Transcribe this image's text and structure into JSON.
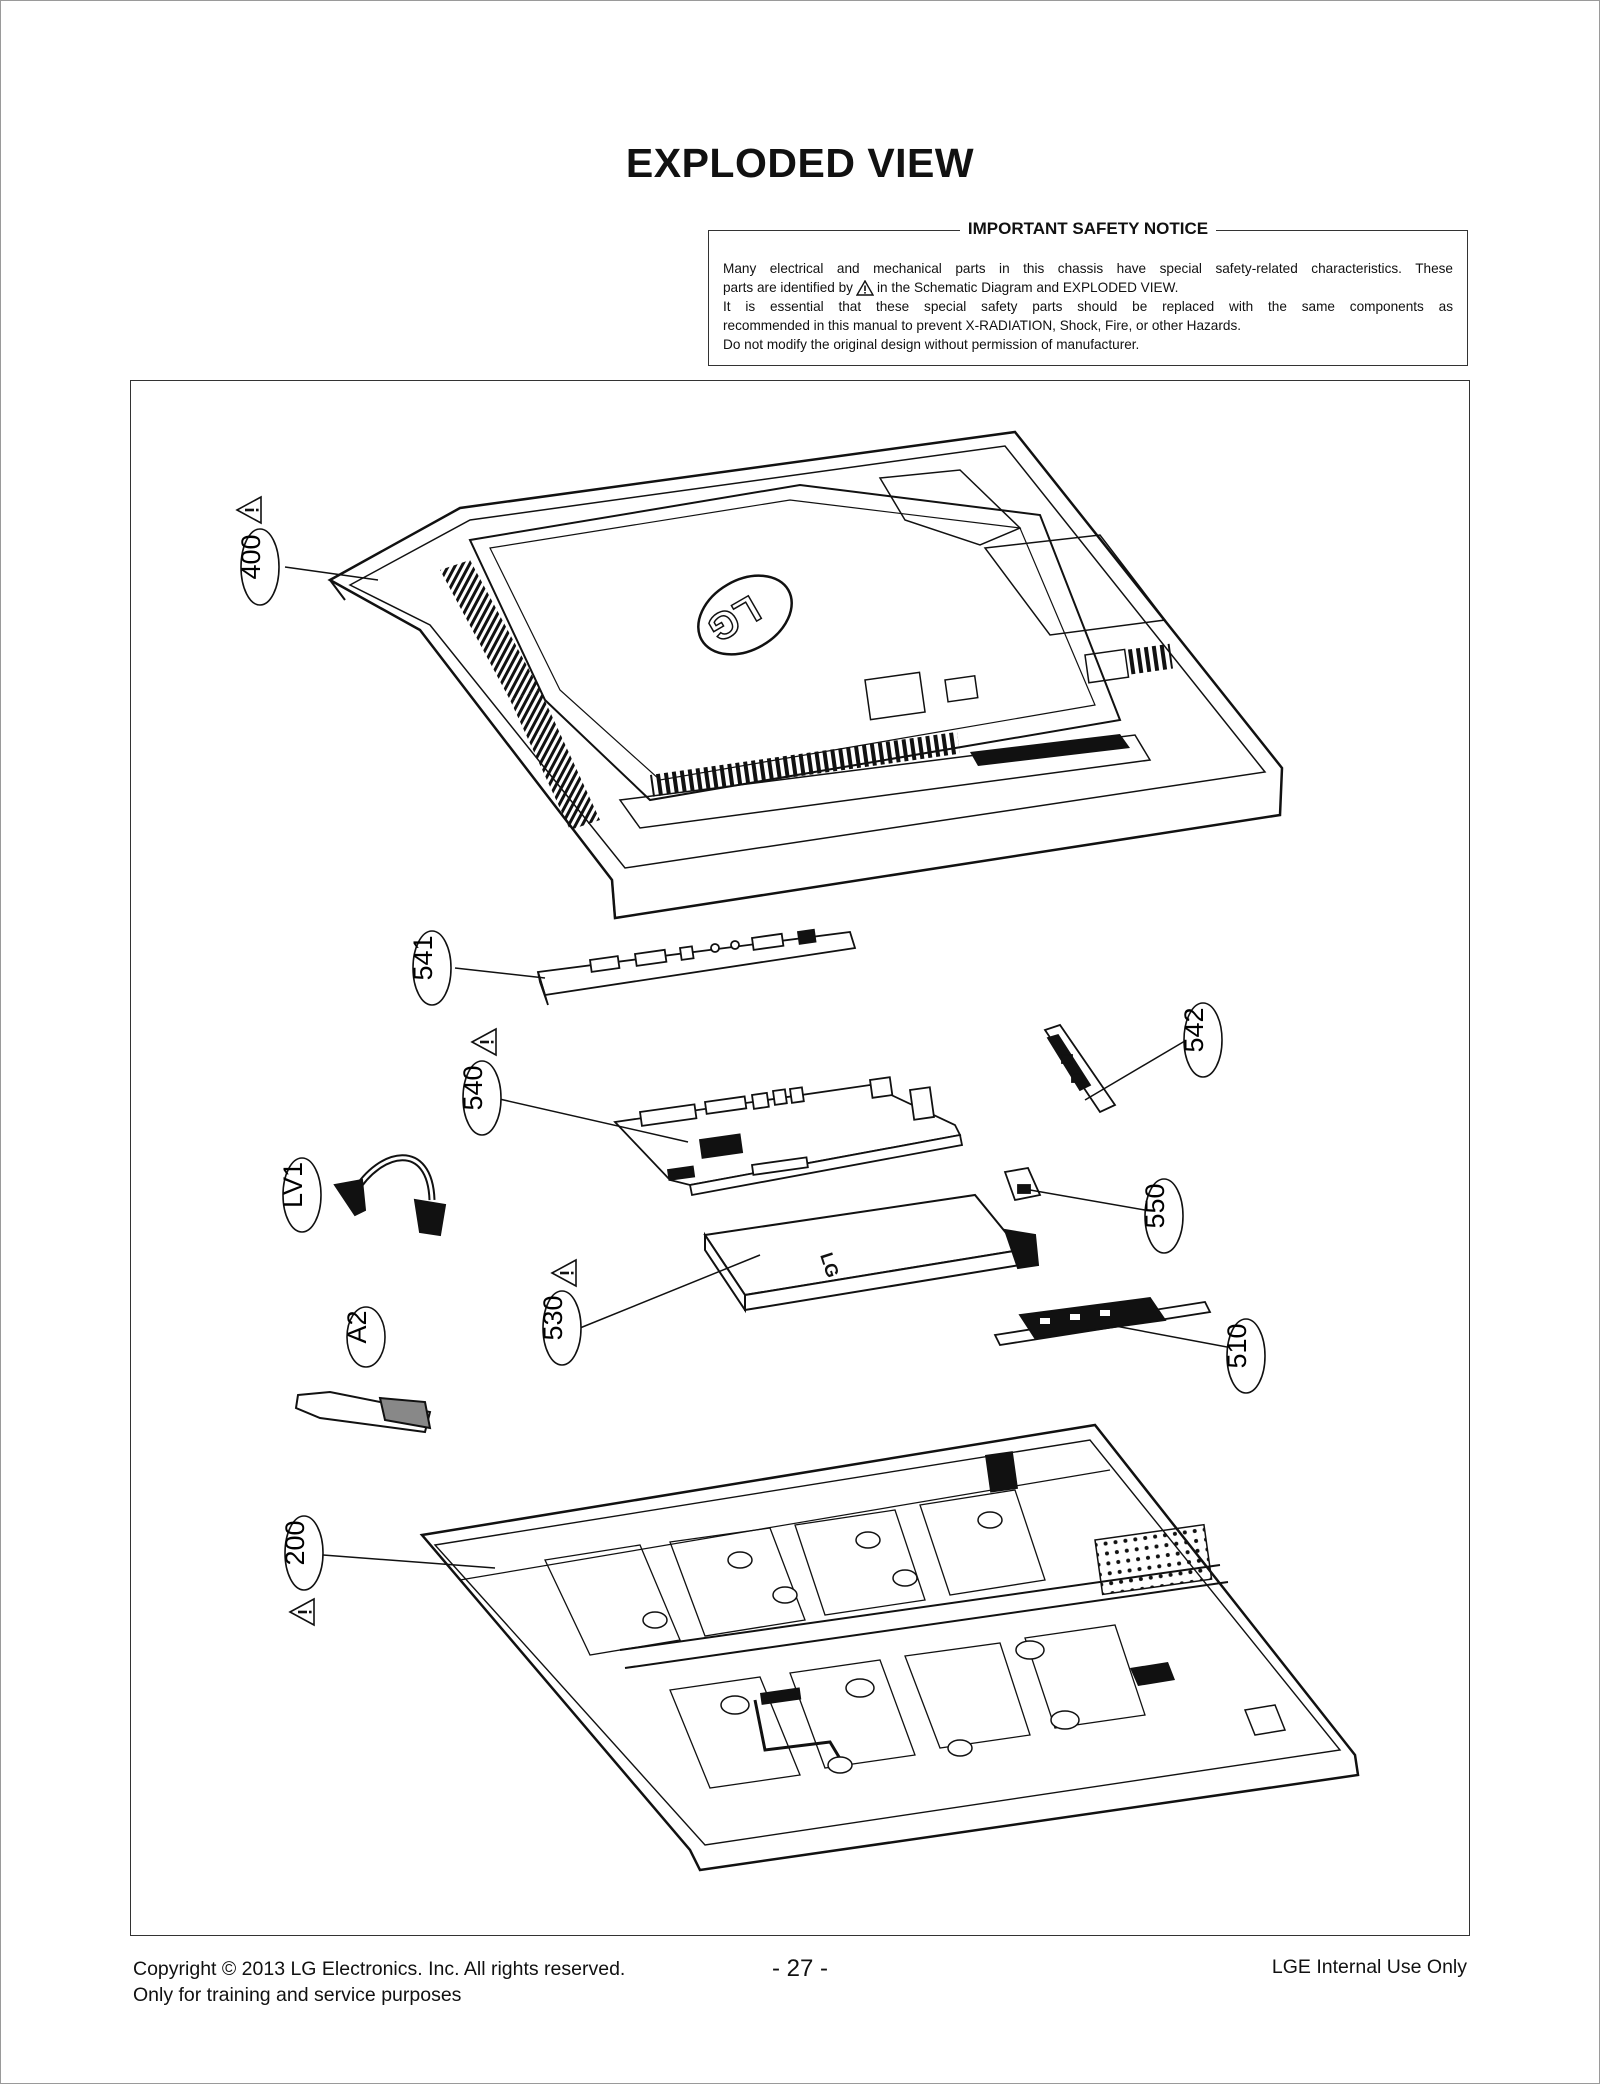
{
  "page": {
    "title": "EXPLODED VIEW",
    "notice": {
      "title": "IMPORTANT SAFETY NOTICE",
      "line1": "Many electrical and mechanical parts in this chassis have special safety-related characteristics. These",
      "line2_before": "parts are identified by",
      "line2_after": "in the Schematic Diagram and EXPLODED VIEW.",
      "line3": "It is essential that these special safety parts should be replaced with the same components as",
      "line4": "recommended in this manual to prevent X-RADIATION, Shock, Fire, or other Hazards.",
      "line5": "Do not modify the original design without permission of manufacturer."
    }
  },
  "parts": {
    "p400": "400",
    "p541": "541",
    "p540": "540",
    "p542": "542",
    "pLV1": "LV1",
    "p550": "550",
    "p530": "530",
    "pA2": "A2",
    "p510": "510",
    "p200": "200"
  },
  "cover": {
    "logo_text": "LG"
  },
  "footer": {
    "copyright": "Copyright  © 2013  LG Electronics. Inc. All rights reserved.",
    "purpose": "Only for training and service purposes",
    "page_number": "- 27 -",
    "internal": "LGE Internal Use Only"
  },
  "icons": {
    "safety": "warning-triangle-icon"
  }
}
